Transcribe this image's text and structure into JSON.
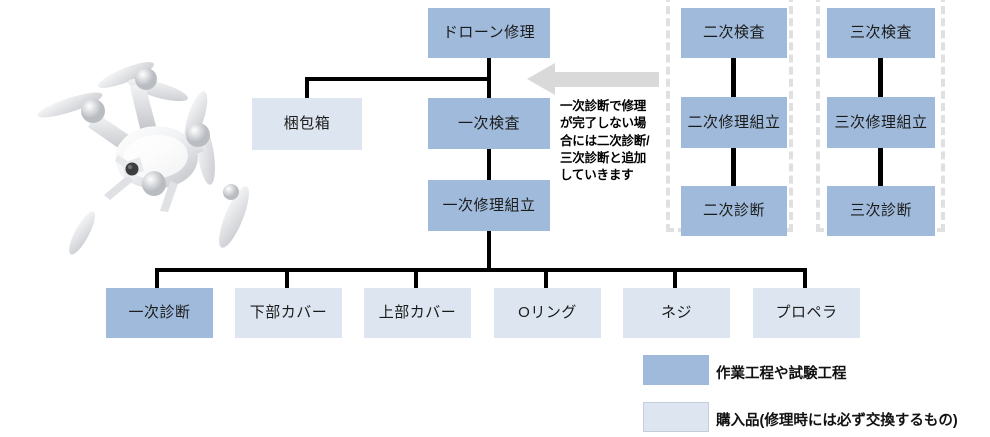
{
  "diagram": {
    "title_node": "ドローン修理",
    "nodes": {
      "root": "ドローン修理",
      "packaging": "梱包箱",
      "primary_inspection": "一次検査",
      "primary_repair_assembly": "一次修理組立",
      "secondary_inspection": "二次検査",
      "secondary_repair_assembly": "二次修理組立",
      "secondary_diagnosis": "二次診断",
      "tertiary_inspection": "三次検査",
      "tertiary_repair_assembly": "三次修理組立",
      "tertiary_diagnosis": "三次診断"
    },
    "parts": [
      {
        "id": "primary-diagnosis",
        "label": "一次診断",
        "kind": "process"
      },
      {
        "id": "lower-cover",
        "label": "下部カバー",
        "kind": "part"
      },
      {
        "id": "upper-cover",
        "label": "上部カバー",
        "kind": "part"
      },
      {
        "id": "o-ring",
        "label": "Oリング",
        "kind": "part"
      },
      {
        "id": "screw",
        "label": "ネジ",
        "kind": "part"
      },
      {
        "id": "propeller",
        "label": "プロペラ",
        "kind": "part"
      }
    ],
    "annotation": "一次診断で修理が完了しない場合には二次診断/三次診断と追加していきます",
    "legend": [
      {
        "id": "process",
        "label": "作業工程や試験工程",
        "color": "#9fbada"
      },
      {
        "id": "purchased",
        "label": "購入品(修理時には必ず交換するもの)",
        "color": "#dde6f0"
      }
    ],
    "image": {
      "name": "drone-photo",
      "alt": "ドローン"
    },
    "colors": {
      "process_fill": "#9fbada",
      "part_fill": "#dde6f0",
      "connector": "#000000",
      "dashed_border": "#e0e0e0",
      "arrow_fill": "#d9d9d9"
    }
  }
}
